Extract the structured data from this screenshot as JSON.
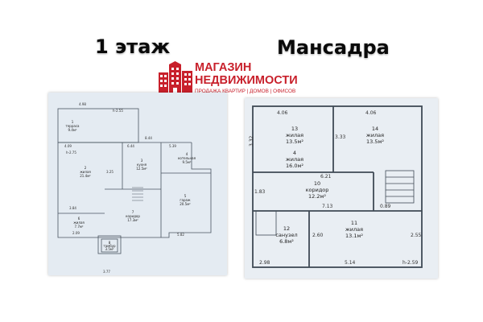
{
  "headings": {
    "floor1": "1 этаж",
    "attic": "Мансадра"
  },
  "brand": {
    "line1": "МАГАЗИН",
    "line2": "НЕДВИЖИМОСТИ",
    "tagline": "ПРОДАЖА КВАРТИР | ДОМОВ | ОФИСОВ",
    "color": "#c8202b",
    "logo_icon": "buildings-logo"
  },
  "floor1_plan": {
    "rooms": [
      {
        "num": "1",
        "name": "терраса",
        "area": "9.4м²"
      },
      {
        "num": "2",
        "name": "жилая",
        "area": "21.4м²"
      },
      {
        "num": "3",
        "name": "кухня",
        "area": "12.5м²"
      },
      {
        "num": "4",
        "name": "котельная",
        "area": "9.5м²"
      },
      {
        "num": "5",
        "name": "гараж",
        "area": "20.5м²"
      },
      {
        "num": "6",
        "name": "жилая",
        "area": "7.7м²"
      },
      {
        "num": "7",
        "name": "коридор",
        "area": "17.3м²"
      },
      {
        "num": "8",
        "name": "тамбур",
        "area": "3.5м²"
      }
    ],
    "dims": [
      "4.98",
      "h-2.55",
      "4.09",
      "6.44",
      "5.39",
      "8.44",
      "3.77",
      "5.82",
      "3.84",
      "3.25",
      "2.09",
      "h-2.75"
    ]
  },
  "attic_plan": {
    "rooms": [
      {
        "num": "13",
        "name": "жилая",
        "area": "13.5м²"
      },
      {
        "num": "14",
        "name": "жилая",
        "area": "13.5м²"
      },
      {
        "num": "4",
        "name": "жилая",
        "area": "16.0м²"
      },
      {
        "num": "10",
        "name": "коридор",
        "area": "12.2м²"
      },
      {
        "num": "12",
        "name": "санузел",
        "area": "6.8м²"
      },
      {
        "num": "11",
        "name": "жилая",
        "area": "13.1м²"
      }
    ],
    "dims": {
      "top_left": "4.06",
      "top_right": "4.06",
      "left_side": "3.32",
      "mid_left": "3.33",
      "corridor_width": "6.21",
      "left_mid": "1.83",
      "corridor_lower": "7.13",
      "bath_side": "2.60",
      "right_side": "2.55",
      "right_small": "0.89",
      "bottom_left": "2.98",
      "bottom_mid": "5.14",
      "bottom_right": "h-2.59"
    }
  }
}
